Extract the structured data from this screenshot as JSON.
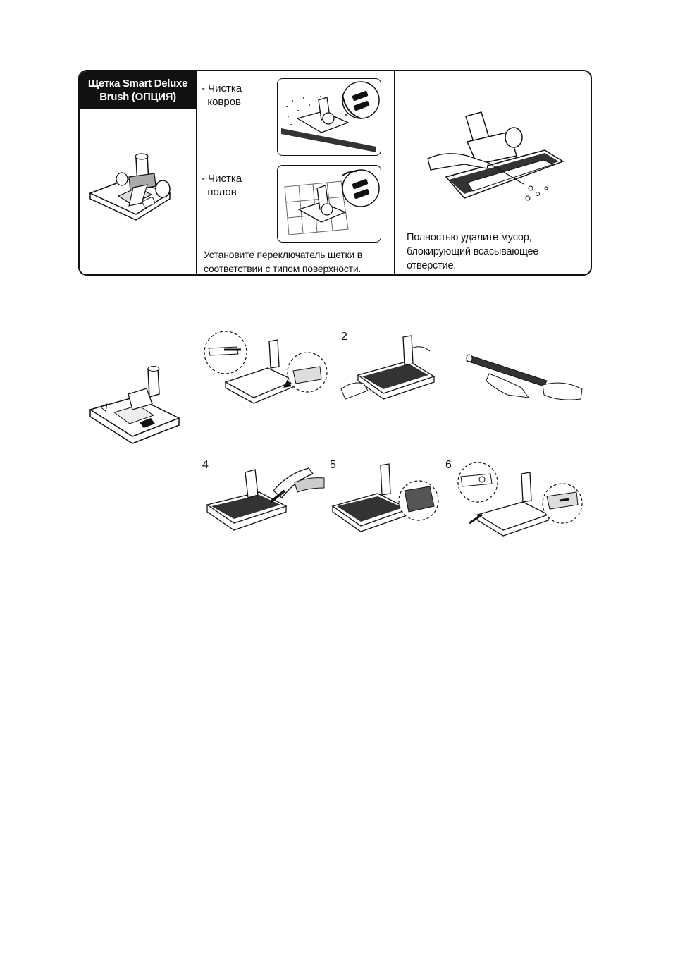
{
  "panel": {
    "title_line1": "Щетка Smart  Deluxe",
    "title_line2": "Brush (ОПЦИЯ)",
    "carpet_label": "- Чистка\n  ковров",
    "floor_label": "- Чистка\n  полов",
    "switch_caption_line1": "Установите переключатель щетки в",
    "switch_caption_line2": "соответствии с типом поверхности.",
    "debris_caption_line1": "Полностью удалите мусор,",
    "debris_caption_line2": "блокирующий всасывающее",
    "debris_caption_line3": "отверстие."
  },
  "steps": {
    "s2": "2",
    "s4": "4",
    "s5": "5",
    "s6": "6"
  },
  "colors": {
    "ink": "#111111",
    "paper": "#ffffff",
    "shade": "#9a9a9a"
  }
}
